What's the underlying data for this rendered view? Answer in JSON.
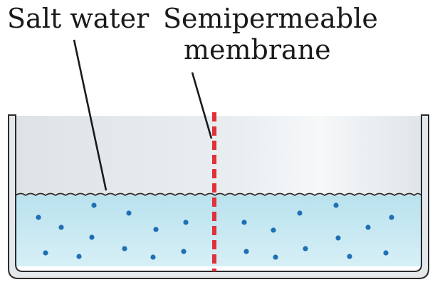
{
  "labels": {
    "salt_water": "Salt water",
    "membrane_line1": "Semipermeable",
    "membrane_line2": "membrane"
  },
  "colors": {
    "water": "#c9e9f2",
    "air": "#e6ebee",
    "container_wall": "#2b2b2b",
    "membrane": "#e0303a",
    "particle": "#1f6fb5"
  }
}
